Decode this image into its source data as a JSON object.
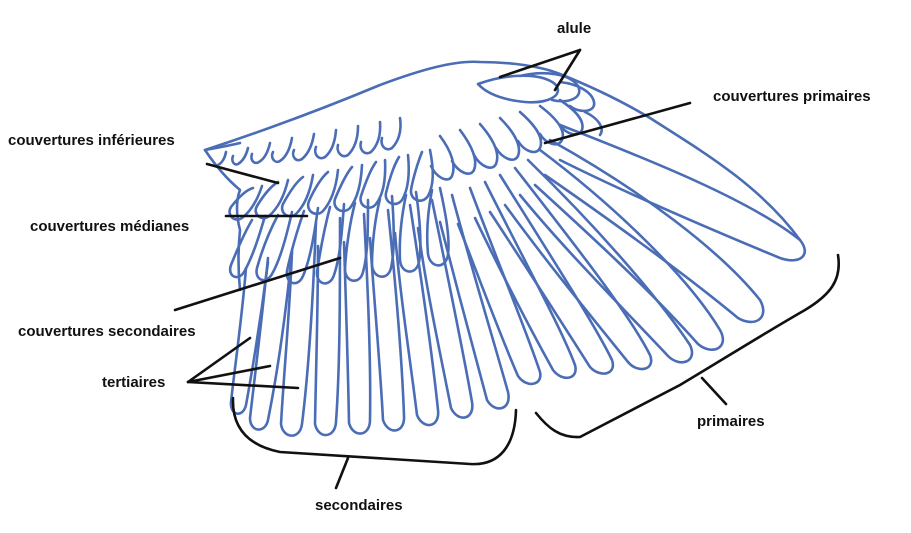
{
  "labels": {
    "alule": "alule",
    "primary_coverts": "couvertures primaires",
    "under_coverts": "couvertures inférieures",
    "median_coverts": "couvertures médianes",
    "secondary_coverts": "couvertures secondaires",
    "tertials": "tertiaires",
    "primaries": "primaires",
    "secondaries": "secondaires"
  },
  "colors": {
    "feather_stroke": "#4a6db5",
    "pointer_line": "#111111",
    "background": "#ffffff"
  }
}
